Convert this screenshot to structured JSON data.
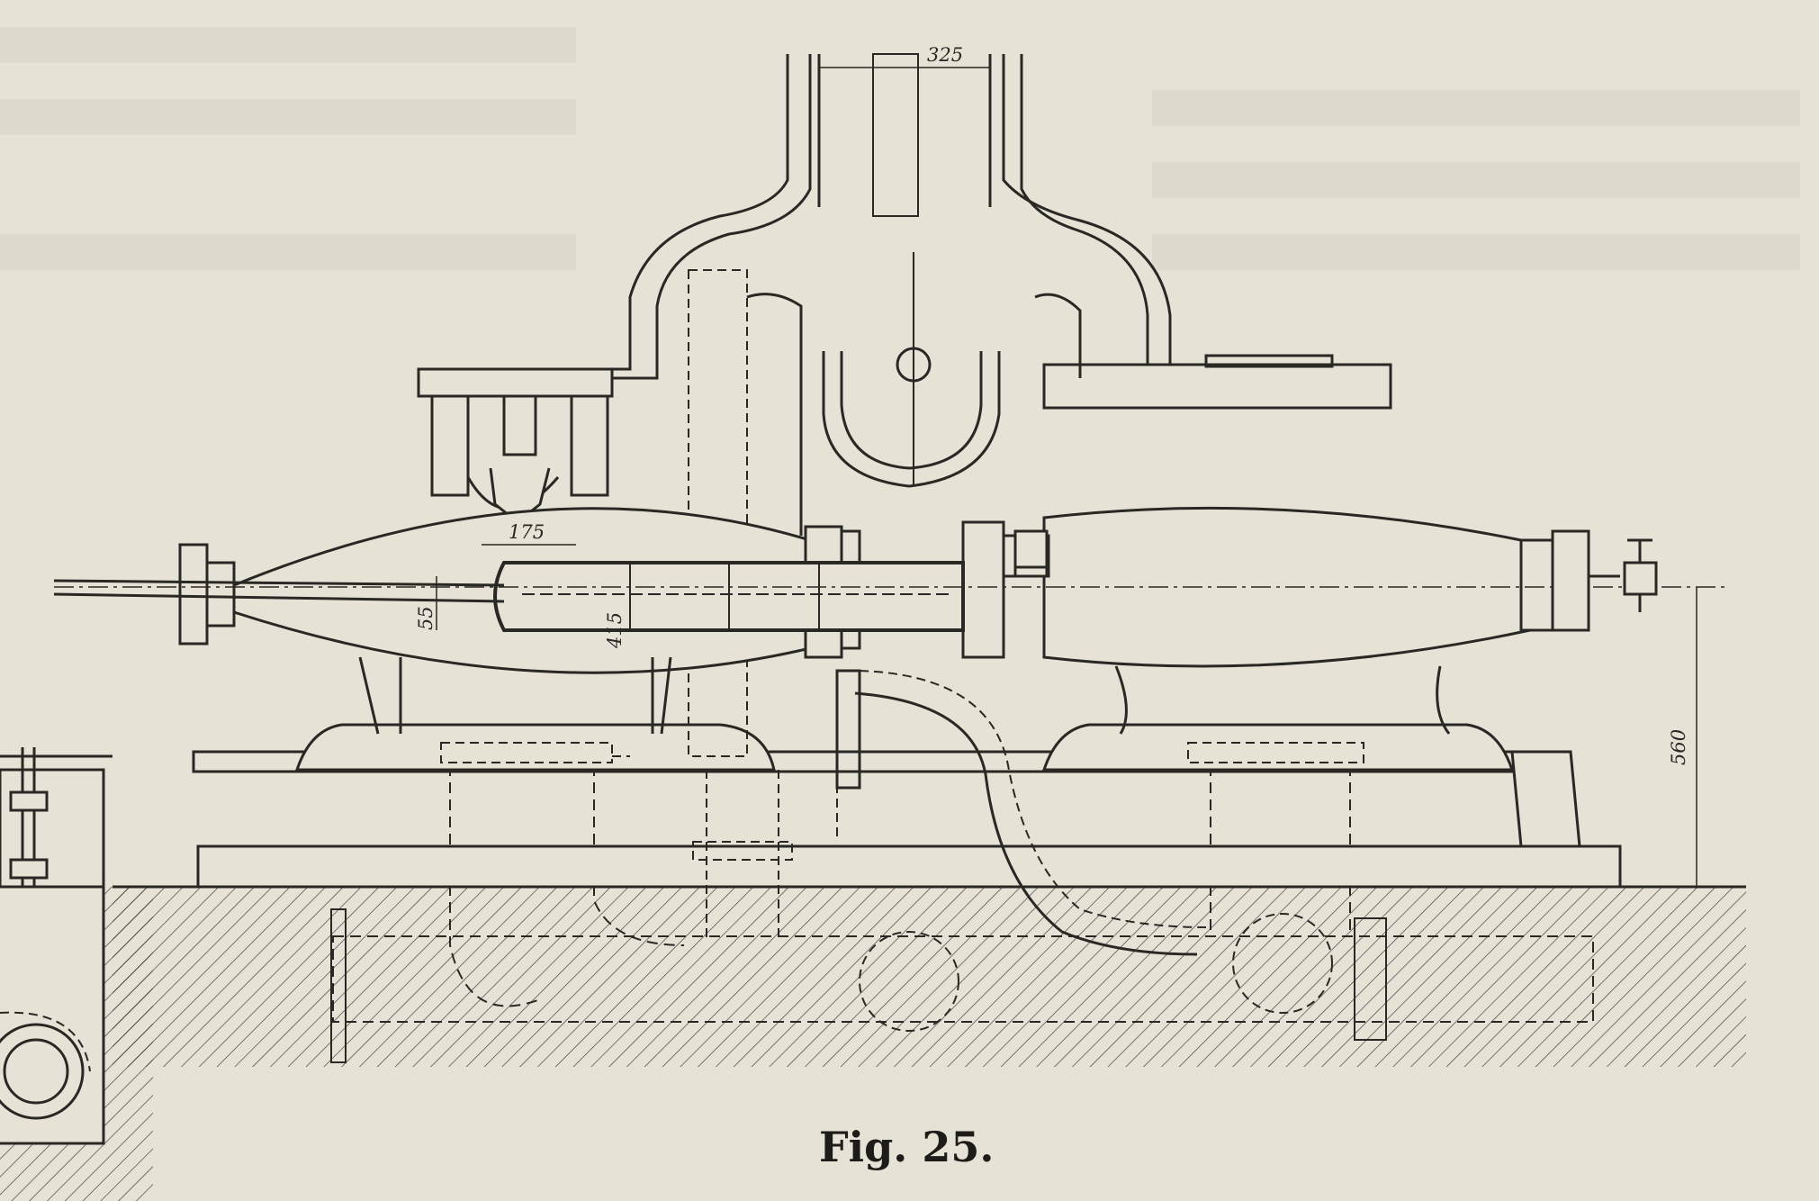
{
  "figure": {
    "caption": "Fig. 25.",
    "dimensions": {
      "outlet_width": "325",
      "shaft_diameter": "55",
      "tube_label": "415",
      "inlet_width": "175",
      "axis_height": "560"
    }
  },
  "colors": {
    "paper": "#e6e2d6",
    "ink": "#2a2824",
    "bleed_through": "#d3cfc2"
  }
}
